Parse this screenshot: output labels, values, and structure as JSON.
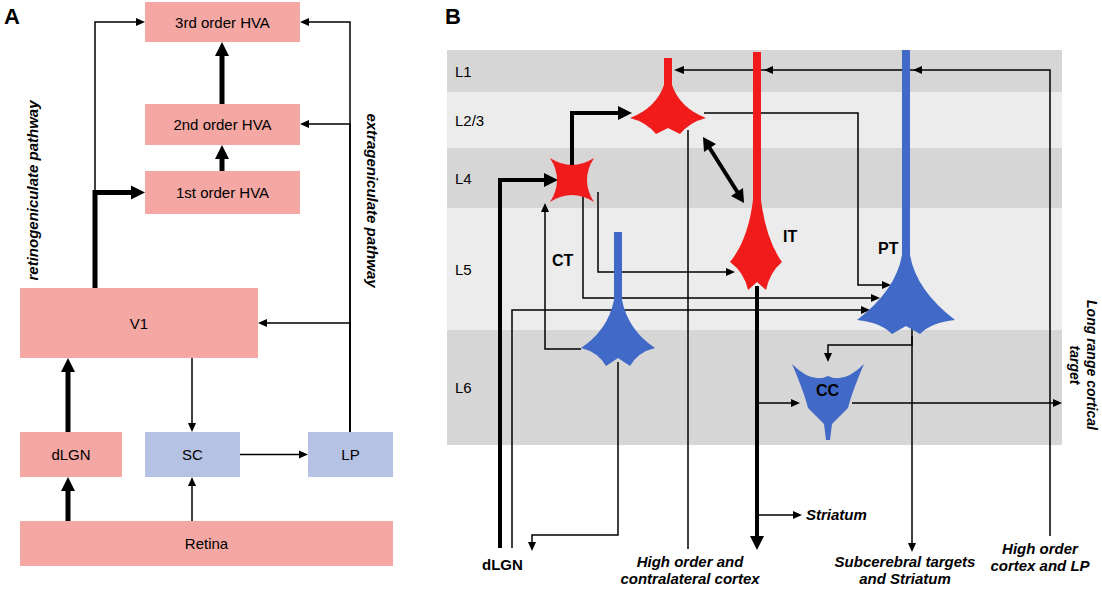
{
  "diagram": {
    "nodes": [
      {
        "text": [
          "3rd order HVA"
        ]
      },
      {
        "text": [
          "2nd order HVA"
        ]
      },
      {
        "text": [
          "1st order HVA"
        ]
      },
      {
        "text": [
          "V1"
        ]
      },
      {
        "text": [
          "dLGN"
        ]
      },
      {
        "text": [
          "SC"
        ]
      },
      {
        "text": [
          "LP"
        ]
      },
      {
        "text": [
          "Retina"
        ]
      },
      {
        "text": [
          "L1"
        ]
      },
      {
        "text": [
          "L2/3"
        ]
      },
      {
        "text": [
          "L4"
        ]
      },
      {
        "text": [
          "L5"
        ]
      },
      {
        "text": [
          "L6"
        ]
      },
      {
        "text": [
          "IT"
        ],
        "in": 11
      },
      {
        "text": [
          "PT"
        ],
        "in": 11
      },
      {
        "text": [
          "CT"
        ],
        "in": 12
      },
      {
        "text": [
          "CC"
        ],
        "in": 12
      }
    ],
    "edges": [
      {
        "from": 7,
        "to": 4,
        "arrow": "to"
      },
      {
        "from": 4,
        "to": 3,
        "arrow": "to"
      },
      {
        "from": 3,
        "to": 2,
        "arrow": "to"
      },
      {
        "from": 3,
        "to": 0,
        "arrow": "to"
      },
      {
        "from": 2,
        "to": 1,
        "arrow": "to"
      },
      {
        "from": 1,
        "to": 0,
        "arrow": "to"
      },
      {
        "from": 3,
        "to": 5,
        "arrow": "to"
      },
      {
        "from": 7,
        "to": 5,
        "arrow": "to"
      },
      {
        "from": 5,
        "to": 6,
        "arrow": "to"
      },
      {
        "from": 6,
        "to": 3,
        "arrow": "to"
      },
      {
        "from": 6,
        "to": 1,
        "arrow": "to"
      },
      {
        "from": 6,
        "to": 0,
        "arrow": "to"
      },
      {
        "from": 14,
        "to": 16,
        "arrow": "to"
      },
      {
        "from": 13,
        "to": 16,
        "arrow": "to"
      }
    ],
    "labels": [
      "A",
      "B",
      "retinogeniculate pathway",
      "extrageniculate pathway",
      "dLGN",
      "Striatum",
      "High order and contralateral cortex",
      "Subcerebral targets and Striatum",
      "High order cortex and LP",
      "Long range cortical target"
    ]
  }
}
